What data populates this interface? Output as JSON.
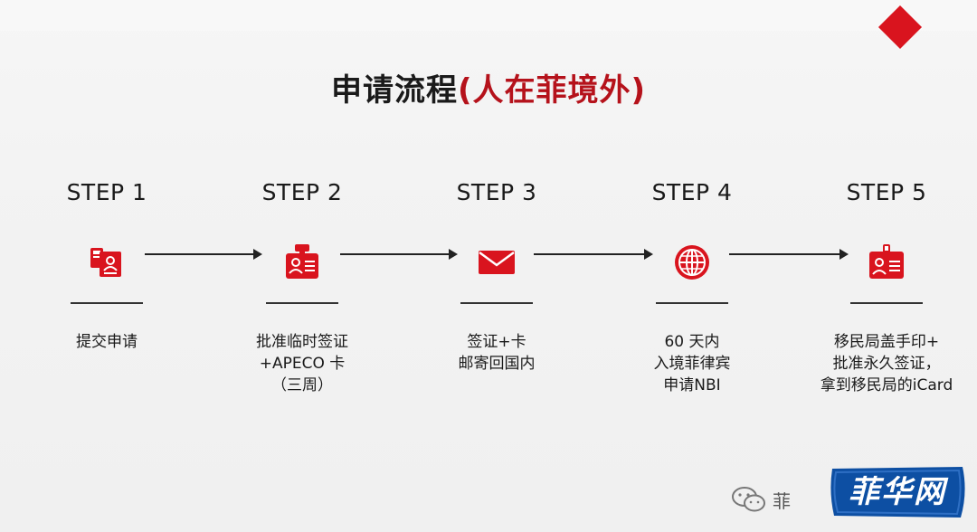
{
  "title": {
    "main": "申请流程",
    "accent": "(人在菲境外)"
  },
  "steps": [
    {
      "label": "STEP 1",
      "icon": "passport-icon",
      "desc": "提交申请"
    },
    {
      "label": "STEP 2",
      "icon": "id-badge-icon",
      "desc": "批准临时签证\n+APECO 卡\n（三周）"
    },
    {
      "label": "STEP 3",
      "icon": "envelope-icon",
      "desc": "签证+卡\n邮寄回国内"
    },
    {
      "label": "STEP 4",
      "icon": "globe-icon",
      "desc": "60 天内\n入境菲律宾\n申请NBI"
    },
    {
      "label": "STEP 5",
      "icon": "id-card-icon",
      "desc": "移民局盖手印+\n批准永久签证，\n拿到移民局的iCard"
    }
  ],
  "watermark": {
    "text": "菲",
    "icon": "wechat-icon"
  },
  "brand": {
    "text": "菲华网"
  },
  "colors": {
    "accent": "#d9141e",
    "title_accent": "#b5121b",
    "badge_bg": "#0d4fa3"
  }
}
